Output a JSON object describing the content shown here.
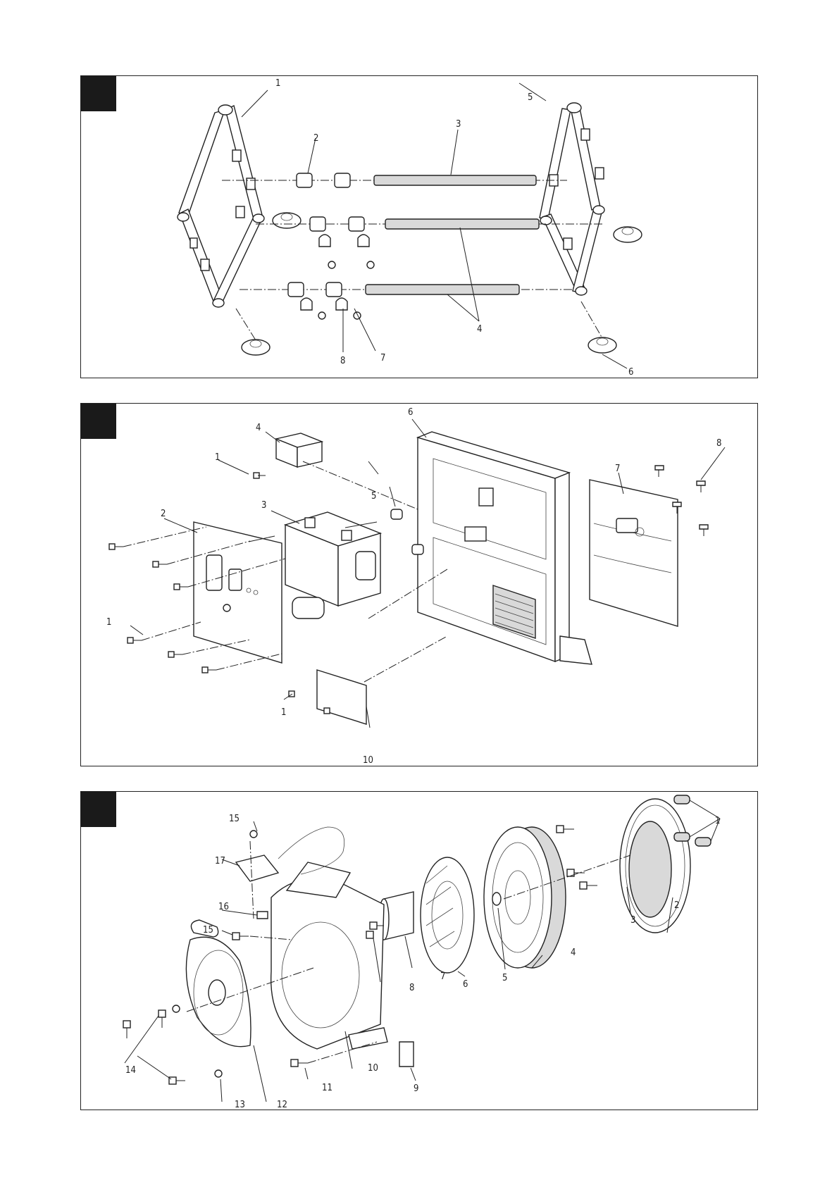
{
  "panels": [
    {
      "id": "frame",
      "labels": [
        {
          "key": "a1",
          "text": "1"
        },
        {
          "key": "a2",
          "text": "2"
        },
        {
          "key": "a3",
          "text": "3"
        },
        {
          "key": "a4",
          "text": "4"
        },
        {
          "key": "a5",
          "text": "5"
        },
        {
          "key": "a6",
          "text": "6"
        },
        {
          "key": "a7",
          "text": "7"
        },
        {
          "key": "a8",
          "text": "8"
        }
      ]
    },
    {
      "id": "panel-assembly",
      "labels": [
        {
          "key": "b1a",
          "text": "1"
        },
        {
          "key": "b1b",
          "text": "1"
        },
        {
          "key": "b1c",
          "text": "1"
        },
        {
          "key": "b2",
          "text": "2"
        },
        {
          "key": "b3",
          "text": "3"
        },
        {
          "key": "b4",
          "text": "4"
        },
        {
          "key": "b5",
          "text": "5"
        },
        {
          "key": "b6",
          "text": "6"
        },
        {
          "key": "b7",
          "text": "7"
        },
        {
          "key": "b8",
          "text": "8"
        },
        {
          "key": "b10",
          "text": "10"
        }
      ]
    },
    {
      "id": "engine-side",
      "labels": [
        {
          "key": "c1",
          "text": "1"
        },
        {
          "key": "c2",
          "text": "2"
        },
        {
          "key": "c3",
          "text": "3"
        },
        {
          "key": "c4",
          "text": "4"
        },
        {
          "key": "c5",
          "text": "5"
        },
        {
          "key": "c6",
          "text": "6"
        },
        {
          "key": "c7",
          "text": "7"
        },
        {
          "key": "c8",
          "text": "8"
        },
        {
          "key": "c9",
          "text": "9"
        },
        {
          "key": "c10",
          "text": "10"
        },
        {
          "key": "c11",
          "text": "11"
        },
        {
          "key": "c12",
          "text": "12"
        },
        {
          "key": "c13",
          "text": "13"
        },
        {
          "key": "c14",
          "text": "14"
        },
        {
          "key": "c15a",
          "text": "15"
        },
        {
          "key": "c15b",
          "text": "15"
        },
        {
          "key": "c16",
          "text": "16"
        },
        {
          "key": "c17",
          "text": "17"
        }
      ]
    }
  ]
}
